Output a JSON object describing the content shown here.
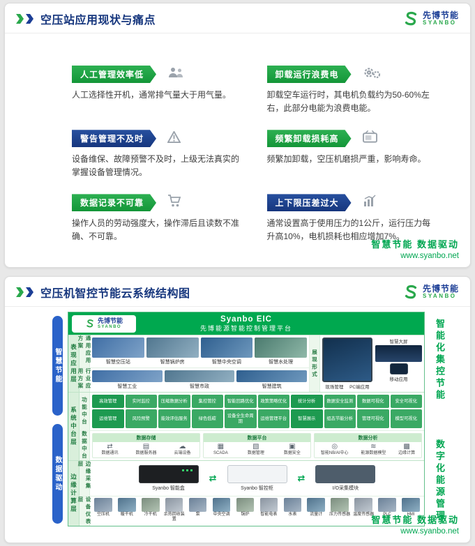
{
  "colors": {
    "brand_green": "#00a651",
    "brand_blue": "#1c3e96",
    "badge_green": "#18a33c",
    "badge_blue": "#1c3e96"
  },
  "logo": {
    "cn": "先博节能",
    "en": "SYANBO"
  },
  "slide1": {
    "title": "空压站应用现状与痛点",
    "points": [
      {
        "badge": "人工管理效率低",
        "icon": "people-icon",
        "desc": "人工选择性开机，通常排气量大于用气量。"
      },
      {
        "badge": "卸载运行浪费电",
        "icon": "gears-icon",
        "desc": "卸载空车运行时，其电机负载约为50-60%左右，此部分电能为浪费电能。"
      },
      {
        "badge": "警告管理不及时",
        "icon": "alarm-icon",
        "desc": "设备维保、故障预警不及时，上级无法真实的掌握设备管理情况。"
      },
      {
        "badge": "频繁卸载损耗高",
        "icon": "tv-icon",
        "desc": "频繁加卸载，空压机磨损严重，影响寿命。"
      },
      {
        "badge": "数据记录不可靠",
        "icon": "cart-icon",
        "desc": "操作人员的劳动强度大，操作滞后且读数不准确、不可靠。"
      },
      {
        "badge": "上下限压差过大",
        "icon": "chart-icon",
        "desc": "通常设置高于使用压力的1公斤，运行压力每升高10%，电机损耗也相应增加7%。"
      }
    ],
    "footer": {
      "slogan": "智慧节能 数据驱动",
      "url": "www.syanbo.net"
    }
  },
  "slide2": {
    "title": "空压机智控节能云系统结构图",
    "left_bars": {
      "top": "智慧节能",
      "bottom": "数据驱动"
    },
    "right_labels": {
      "top": "智能化集控节能",
      "bottom": "数字化能源管理"
    },
    "platform": {
      "line1": "Syanbo EIC",
      "line2": "先博能源智能控制管理平台"
    },
    "presentation": {
      "label": "表现应用层",
      "general": {
        "label": "通用应用方案",
        "photos": [
          "智慧空压站",
          "智慧锅炉房",
          "智慧中央空调",
          "智慧水处理"
        ]
      },
      "industry": {
        "label": "行业应用方案",
        "photos": [
          "智慧工业",
          "智慧市政",
          "智慧建筑"
        ]
      },
      "display": {
        "label": "展现形式",
        "site": "现场管理",
        "pc": "PC端应用",
        "big_screen": "智慧大屏",
        "mobile": "移动应用"
      }
    },
    "middle": {
      "label": "系统中台层",
      "function": {
        "label": "功能中台",
        "boxes": [
          "高效管理",
          "实时监控",
          "压缩数据分析",
          "集控管控",
          "智能回路优化",
          "政策策略优化",
          "统计分析",
          "数据安全监测",
          "数据可视化",
          "安全可视化",
          "运维管理",
          "风险预警",
          "能效评估服务",
          "绿色低碳",
          "设备全生命周期",
          "运维管理平台",
          "智慧展示",
          "组态节能分析",
          "管理可视化",
          "模型可视化"
        ]
      },
      "data": {
        "label": "数据中台",
        "groups": [
          {
            "title": "数据存储",
            "items": [
              {
                "glyph": "⇄",
                "label": "数据通讯"
              },
              {
                "glyph": "▤",
                "label": "数据服务器"
              },
              {
                "glyph": "☁",
                "label": "云端设备"
              }
            ]
          },
          {
            "title": "数据平台",
            "items": [
              {
                "glyph": "▦",
                "label": "SCADA"
              },
              {
                "glyph": "▧",
                "label": "数据管理"
              },
              {
                "glyph": "▣",
                "label": "数据安全"
              }
            ]
          },
          {
            "title": "数据分析",
            "items": [
              {
                "glyph": "◎",
                "label": "智能NB/AI中心"
              },
              {
                "glyph": "≋",
                "label": "能源数据模型"
              },
              {
                "glyph": "▩",
                "label": "边缘计算"
              }
            ]
          }
        ]
      }
    },
    "edge": {
      "label": "边缘计算层",
      "collect": {
        "label": "边缘采集层",
        "devices": [
          "Syanbo 智能盒",
          "Syanbo 智控柜",
          "I/O采集模块"
        ],
        "arrow": "⇄"
      },
      "devices_row": {
        "label": "设备仪表层",
        "items": [
          "空压机",
          "暖干机",
          "冷干机",
          "余热回收装置",
          "泵",
          "中央空调",
          "锅炉",
          "智能电表",
          "水表",
          "流量计",
          "压力传感器",
          "温度传感器",
          "PLC",
          "HMI"
        ]
      }
    },
    "footer": {
      "slogan": "智慧节能 数据驱动",
      "url": "www.syanbo.net"
    }
  }
}
